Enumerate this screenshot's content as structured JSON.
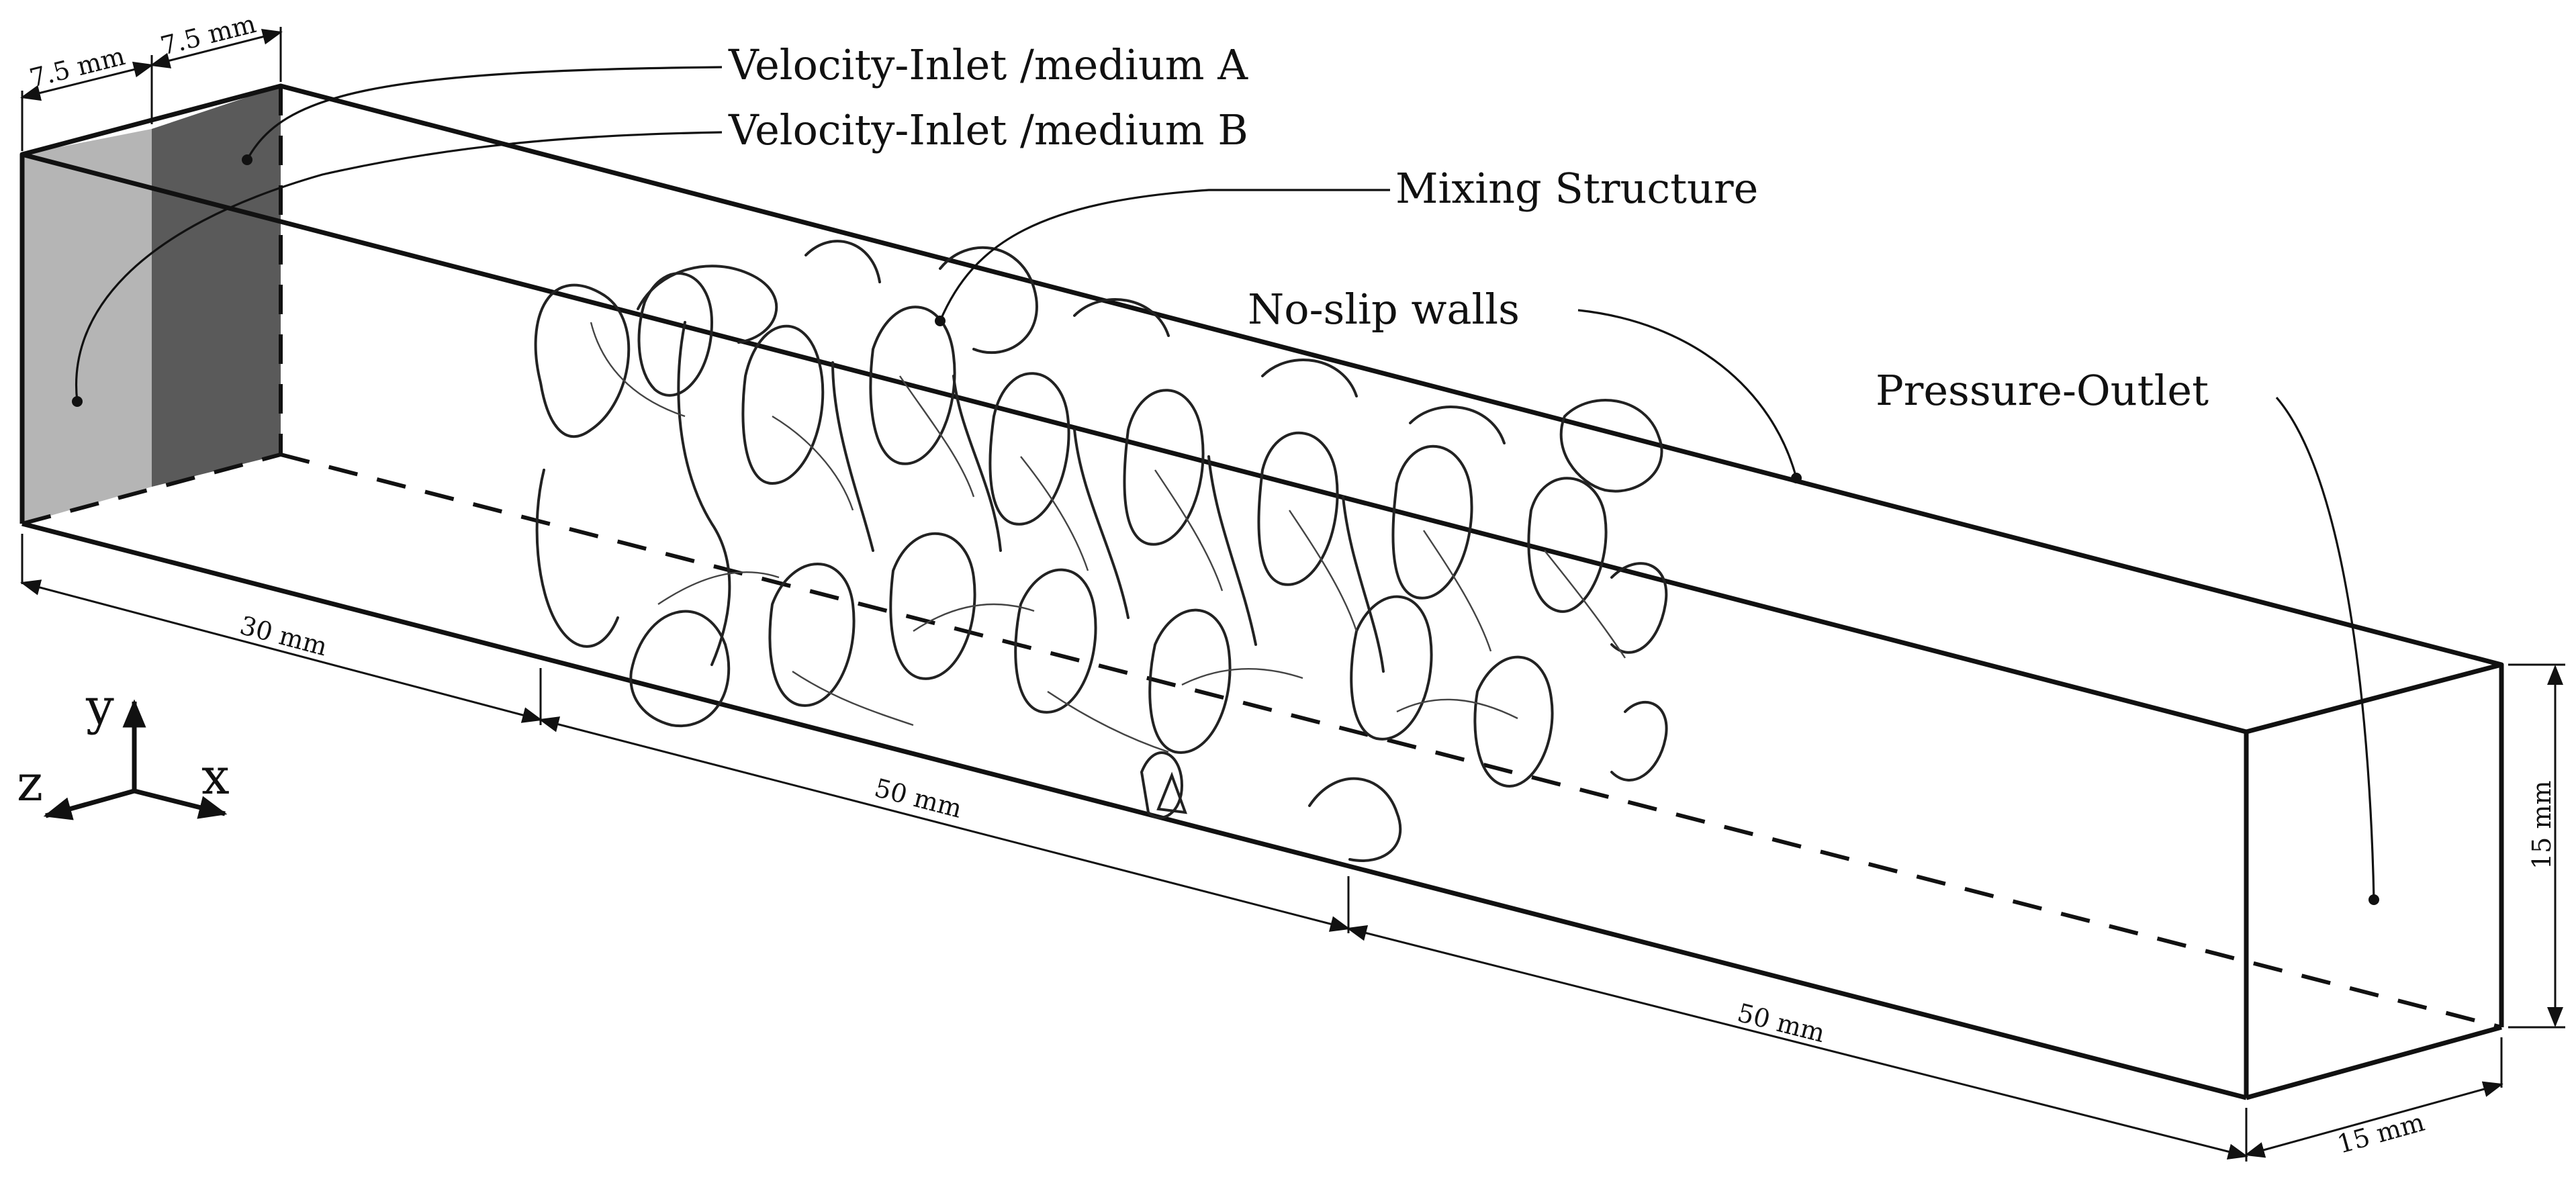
{
  "callouts": {
    "inlet_a": "Velocity-Inlet /medium A",
    "inlet_b": "Velocity-Inlet /medium B",
    "mixing_structure": "Mixing Structure",
    "no_slip_walls": "No-slip walls",
    "pressure_outlet": "Pressure-Outlet"
  },
  "dimensions": {
    "inlet_a_width": "7.5 mm",
    "inlet_b_width": "7.5 mm",
    "inlet_length": "30 mm",
    "structure_length": "50 mm",
    "outlet_length": "50 mm",
    "height": "15 mm",
    "depth": "15 mm"
  },
  "axes": {
    "y": "y",
    "z": "z",
    "x": "x"
  },
  "colors": {
    "medium_a_fill": "#b5b5b5",
    "medium_b_fill": "#5a5a5a",
    "line": "#111111"
  }
}
